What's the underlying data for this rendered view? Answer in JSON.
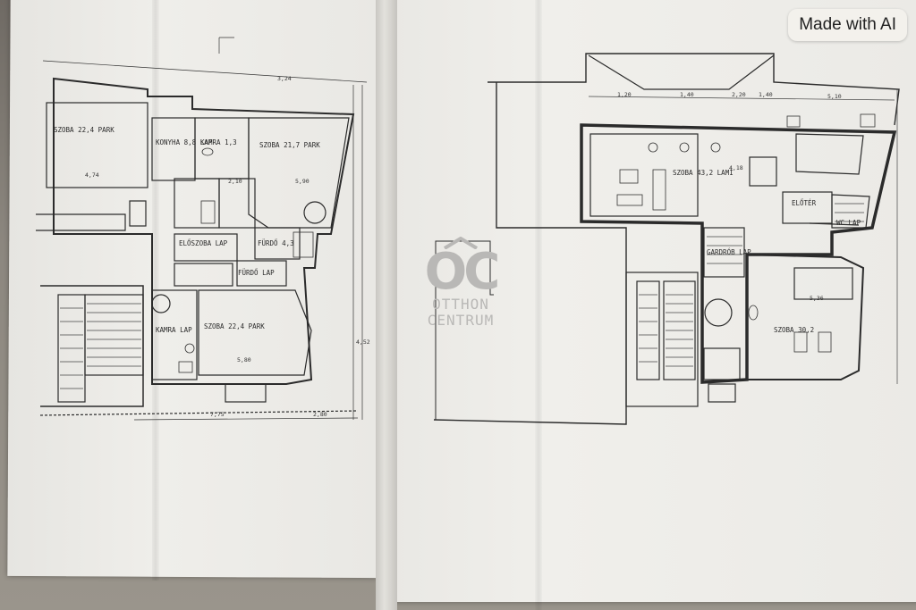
{
  "badge": {
    "text": "Made with AI"
  },
  "watermark": {
    "letters": "OC",
    "line1": "OTTHON",
    "line2": "CENTRUM"
  },
  "floorplan_left": {
    "rooms": [
      {
        "label": "SZOBA 22,4 PARK"
      },
      {
        "label": "KONYHA 8,8 LAP"
      },
      {
        "label": "KAMRA 1,3"
      },
      {
        "label": "SZOBA 21,7 PARK"
      },
      {
        "label": "ELŐSZOBA LAP"
      },
      {
        "label": "FÜRDŐ 4,3"
      },
      {
        "label": "FÜRDŐ LAP"
      },
      {
        "label": "SZOBA 22,4 PARK"
      },
      {
        "label": "KAMRA LAP"
      }
    ],
    "dimensions": [
      "4,74",
      "5,90",
      "2,10",
      "3,24",
      "7,75",
      "2,80",
      "5,80",
      "4,52"
    ]
  },
  "floorplan_right": {
    "rooms": [
      {
        "label": "SZOBA 43,2 LAMI"
      },
      {
        "label": "SZOBA 30,2"
      },
      {
        "label": "GARDRÓB LAP"
      },
      {
        "label": "WC LAP"
      },
      {
        "label": "ELŐTÉR"
      }
    ],
    "dimensions": [
      "1,20",
      "1,40",
      "2,20",
      "1,40",
      "5,10",
      "5,36",
      "4,18"
    ]
  }
}
